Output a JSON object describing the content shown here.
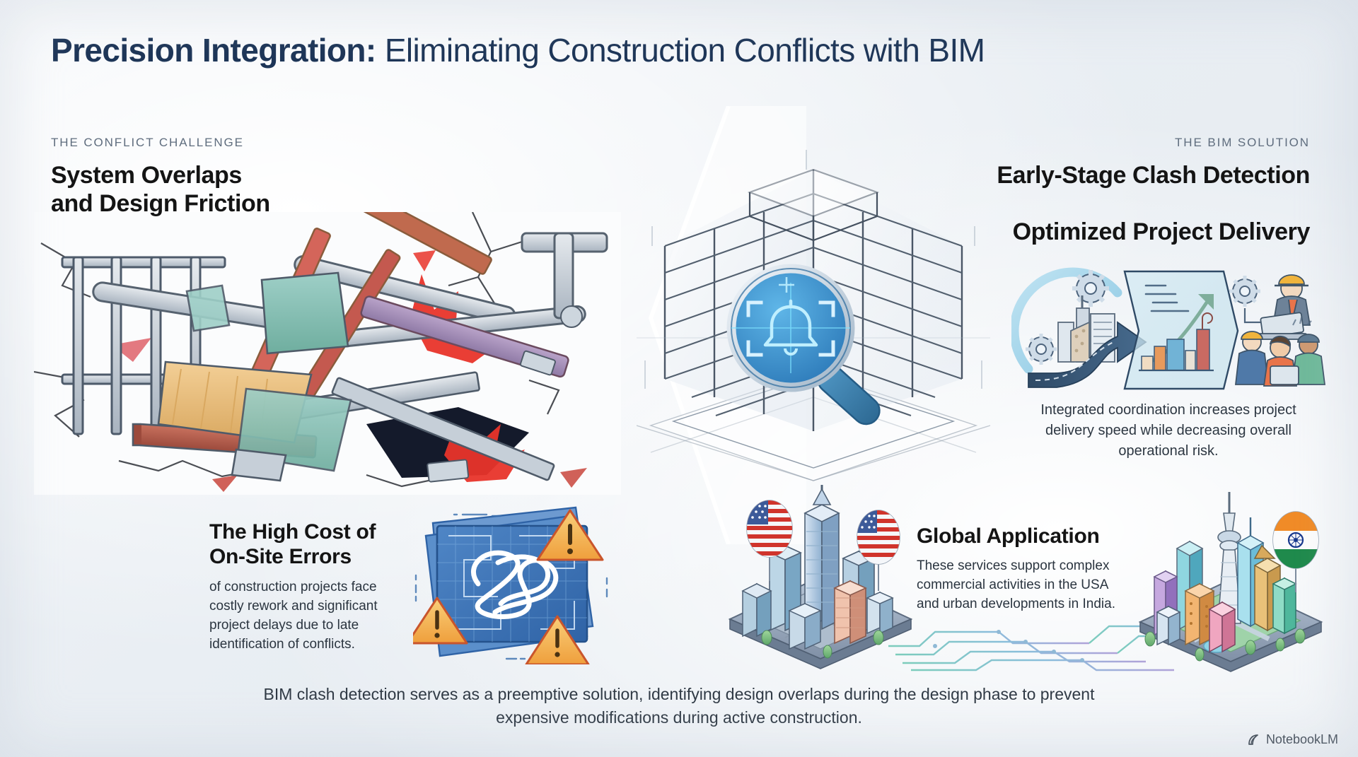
{
  "header": {
    "title_bold": "Precision Integration:",
    "title_regular": " Eliminating Construction Conflicts with BIM"
  },
  "left_column": {
    "eyebrow": "THE CONFLICT CHALLENGE",
    "heading_line1": "System Overlaps",
    "heading_line2": "and Design Friction"
  },
  "right_column": {
    "eyebrow": "THE BIM SOLUTION",
    "heading_clash": "Early-Stage Clash Detection",
    "heading_optimized": "Optimized Project Delivery",
    "body": "Integrated coordination increases project delivery speed while decreasing overall operational risk."
  },
  "cost_card": {
    "heading_line1": "The High Cost of",
    "heading_line2": "On-Site Errors",
    "body": "of construction projects face costly rework and significant project delays due to late identification of conflicts."
  },
  "global_card": {
    "heading": "Global Application",
    "body": "These services support complex commercial activities in the USA and urban developments in India."
  },
  "footer": {
    "note": "BIM clash detection serves as a preemptive solution, identifying design overlaps during the design phase to prevent expensive modifications during active construction."
  },
  "watermark": {
    "label": "NotebookLM"
  },
  "illustrations": {
    "debris": "construction-debris-clash-illustration",
    "wireframe_building": "bim-wireframe-building-illustration",
    "magnifier": "magnifier-clash-alert-icon",
    "blueprint": "tangled-blueprint-warning-illustration",
    "workflow": "optimized-delivery-workflow-illustration",
    "cities": "global-isometric-cities-illustration"
  },
  "colors": {
    "title": "#1d3557",
    "eyebrow": "#5f6d7e",
    "heading": "#141414",
    "body": "#2d3742",
    "accent_blue": "#3f7fbf",
    "clash_red": "#e8342a",
    "warning_orange": "#f3a93c",
    "background": "#eef1f5"
  }
}
